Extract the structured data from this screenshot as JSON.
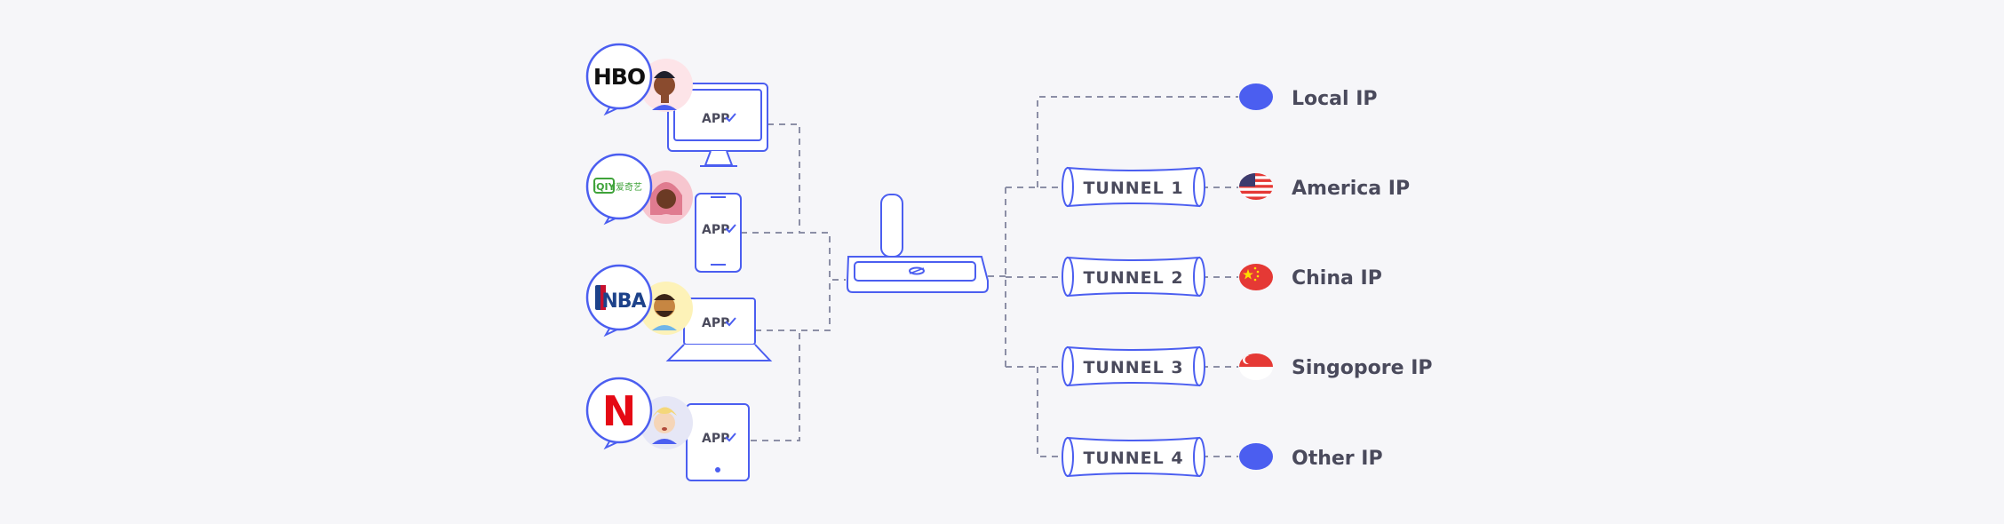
{
  "colors": {
    "background": "#f6f6f9",
    "accent": "#4b5ef0",
    "line": "#8c8fa6",
    "text": "#4a4a5c",
    "flag_red": "#e53935"
  },
  "devices": [
    {
      "app_label": "APP",
      "device": "desktop-monitor",
      "service": "HBO",
      "service_icon": "hbo-logo-icon"
    },
    {
      "app_label": "APP",
      "device": "phone",
      "service": "iQIYI 爱奇艺",
      "service_icon": "iqiyi-logo-icon"
    },
    {
      "app_label": "APP",
      "device": "laptop",
      "service": "NBA",
      "service_icon": "nba-logo-icon"
    },
    {
      "app_label": "APP",
      "device": "tablet",
      "service": "N",
      "service_icon": "netflix-logo-icon"
    }
  ],
  "router": {
    "icon": "router-icon"
  },
  "tunnels": [
    "TUNNEL 1",
    "TUNNEL 2",
    "TUNNEL 3",
    "TUNNEL 4"
  ],
  "destinations": [
    {
      "label": "Local IP",
      "icon": "blue-dot-icon"
    },
    {
      "label": "America IP",
      "icon": "us-flag-icon"
    },
    {
      "label": "China IP",
      "icon": "china-flag-icon"
    },
    {
      "label": "Singopore IP",
      "icon": "singapore-flag-icon"
    },
    {
      "label": "Other IP",
      "icon": "blue-dot-icon"
    }
  ]
}
